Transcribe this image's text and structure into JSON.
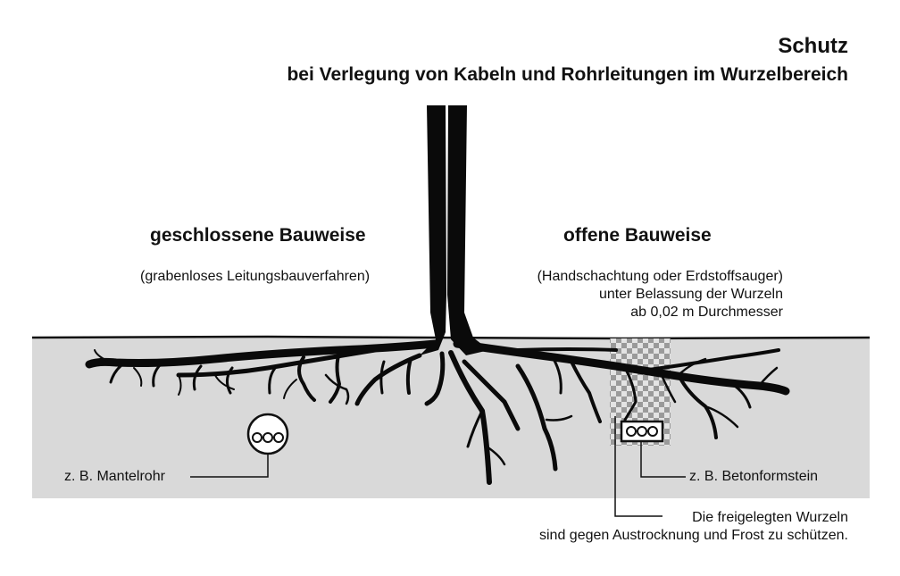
{
  "header": {
    "title": "Schutz",
    "subtitle": "bei Verlegung von Kabeln und Rohrleitungen im Wurzelbereich"
  },
  "left": {
    "heading": "geschlossene Bauweise",
    "note": "(grabenloses Leitungsbauverfahren)",
    "callout": "z. B. Mantelrohr"
  },
  "right": {
    "heading": "offene Bauweise",
    "note_line1": "(Handschachtung oder Erdstoffsauger)",
    "note_line2": "unter Belassung der Wurzeln",
    "note_line3": "ab 0,02 m Durchmesser",
    "callout": "z. B. Betonformstein"
  },
  "footnote": {
    "line1": "Die freigelegten Wurzeln",
    "line2": "sind gegen Austrocknung und Frost zu schützen."
  },
  "colors": {
    "soil": "#d9d9d9",
    "tree": "#0a0a0a",
    "checker_dark": "#9a9a9a",
    "checker_light": "#e3e3e3"
  }
}
